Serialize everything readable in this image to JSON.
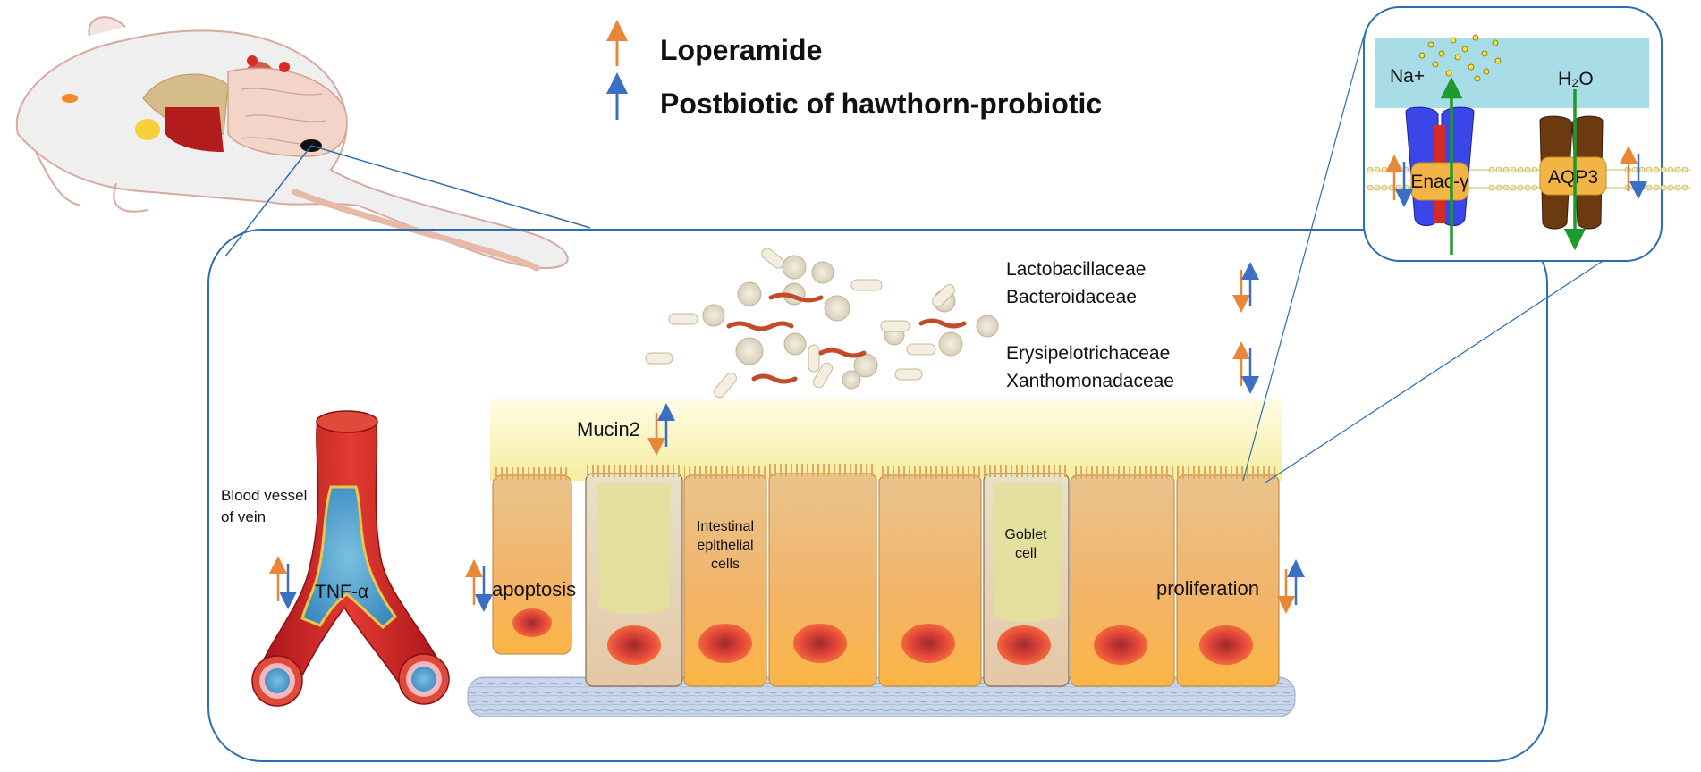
{
  "legend": {
    "items": [
      {
        "label": "Loperamide",
        "color": "#E8863A"
      },
      {
        "label": "Postbiotic of hawthorn-probiotic",
        "color": "#3A6FC4"
      }
    ]
  },
  "bacteria": {
    "families": [
      {
        "name": "Lactobacillaceae",
        "group": 1
      },
      {
        "name": "Bacteroidaceae",
        "group": 1
      },
      {
        "name": "Erysipelotrichaceae",
        "group": 2
      },
      {
        "name": "Xanthomonadaceae",
        "group": 2
      }
    ]
  },
  "labels": {
    "mucin": "Mucin2",
    "vessel_line1": "Blood vessel",
    "vessel_line2": "of vein",
    "tnf": "TNF-α",
    "apoptosis": "apoptosis",
    "epithelial_line1": "Intestinal",
    "epithelial_line2": "epithelial",
    "epithelial_line3": "cells",
    "goblet_line1": "Goblet",
    "goblet_line2": "cell",
    "proliferation": "proliferation",
    "na": "Na+",
    "h2o": "H₂O",
    "enac": "Enac-γ",
    "aqp3": "AQP3"
  },
  "colors": {
    "orange_arrow": "#E8863A",
    "blue_arrow": "#3A6FC4",
    "frame_blue": "#2E6DB0",
    "vessel_red": "#D42B25",
    "water_band": "#A8DDE8",
    "channel_blue": "#3B46E8",
    "aqp_brown": "#6B3A10",
    "transport_green": "#1C9A2A"
  }
}
